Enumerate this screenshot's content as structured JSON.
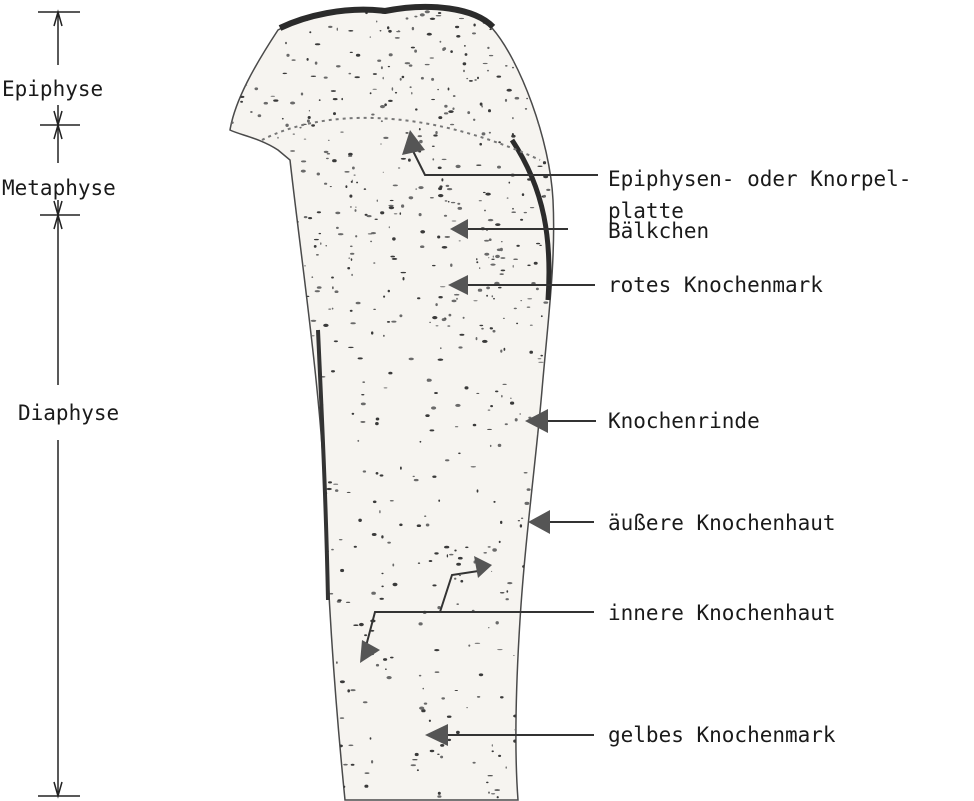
{
  "regions": [
    {
      "id": "epiphyse",
      "label": "Epiphyse"
    },
    {
      "id": "metaphyse",
      "label": "Metaphyse"
    },
    {
      "id": "diaphyse",
      "label": "Diaphyse"
    }
  ],
  "labels": [
    {
      "id": "knorpelplatte",
      "line1": "Epiphysen- oder Knorpel-",
      "line2": "platte"
    },
    {
      "id": "baelkchen",
      "line1": "Bälkchen"
    },
    {
      "id": "rotes-knochenmark",
      "line1": "rotes Knochenmark"
    },
    {
      "id": "knochenrinde",
      "line1": "Knochenrinde"
    },
    {
      "id": "aeussere-knochenhaut",
      "line1": "äußere Knochenhaut"
    },
    {
      "id": "innere-knochenhaut",
      "line1": "innere Knochenhaut"
    },
    {
      "id": "gelbes-knochenmark",
      "line1": "gelbes Knochenmark"
    }
  ],
  "colors": {
    "ink": "#1a1a1a",
    "bone_fill": "#f6f4f0",
    "bone_edge": "#3a3a3a",
    "arrow": "#555555"
  }
}
